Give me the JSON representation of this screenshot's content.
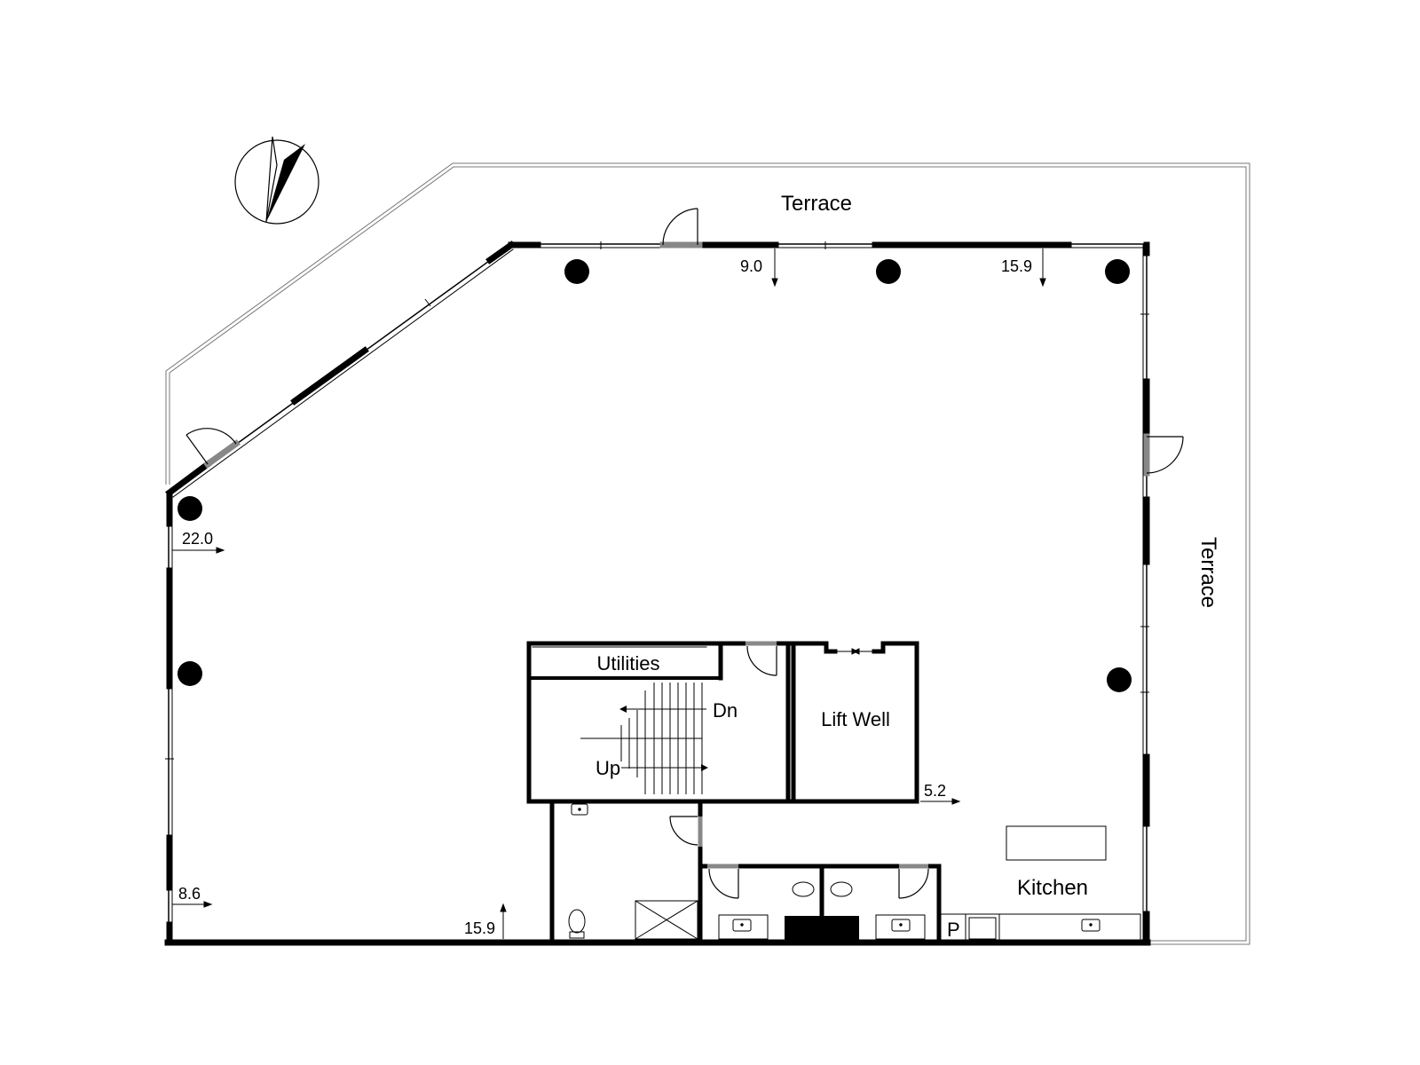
{
  "labels": {
    "terrace_top": "Terrace",
    "terrace_right": "Terrace",
    "utilities": "Utilities",
    "lift_well": "Lift Well",
    "kitchen": "Kitchen",
    "stair_down": "Dn",
    "stair_up": "Up",
    "pantry": "P"
  },
  "levels": {
    "top_left": "9.0",
    "top_right": "15.9",
    "left_upper": "22.0",
    "left_lower": "8.6",
    "bottom": "15.9",
    "lift": "5.2"
  },
  "icons": {
    "compass": "north-arrow-icon"
  }
}
